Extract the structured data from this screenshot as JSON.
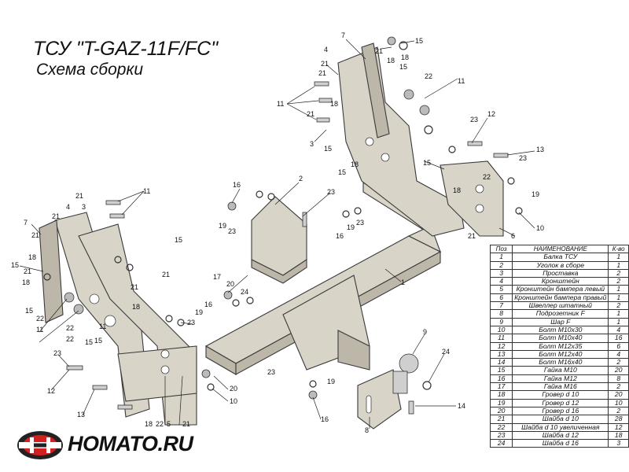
{
  "title": "ТСУ \"T-GAZ-11F/FC\"",
  "subtitle": "Схема сборки",
  "brand": "HOMATO.RU",
  "table": {
    "headers": [
      "Поз",
      "НАИМЕНОВАНИЕ",
      "К-во"
    ],
    "rows": [
      [
        "1",
        "Балка ТСУ",
        "1"
      ],
      [
        "2",
        "Уголок в сборе",
        "1"
      ],
      [
        "3",
        "Проставка",
        "2"
      ],
      [
        "4",
        "Кронштейн",
        "2"
      ],
      [
        "5",
        "Кронштейн бампера левый",
        "1"
      ],
      [
        "6",
        "Кронштейн бампера правый",
        "1"
      ],
      [
        "7",
        "Швеллер штатный",
        "2"
      ],
      [
        "8",
        "Подрозетник F",
        "1"
      ],
      [
        "9",
        "Шар F",
        "1"
      ],
      [
        "10",
        "Болт М10х30",
        "4"
      ],
      [
        "11",
        "Болт М10х40",
        "16"
      ],
      [
        "12",
        "Болт М12х35",
        "6"
      ],
      [
        "13",
        "Болт М12х40",
        "4"
      ],
      [
        "14",
        "Болт М16х40",
        "2"
      ],
      [
        "15",
        "Гайка М10",
        "20"
      ],
      [
        "16",
        "Гайка М12",
        "8"
      ],
      [
        "17",
        "Гайка  М16",
        "2"
      ],
      [
        "18",
        "Гровер d 10",
        "20"
      ],
      [
        "19",
        "Гровер d 12",
        "10"
      ],
      [
        "20",
        "Гровер d 16",
        "2"
      ],
      [
        "21",
        "Шайба d 10",
        "28"
      ],
      [
        "22",
        "Шайба d 10 увеличенная",
        "12"
      ],
      [
        "23",
        "Шайба d 12",
        "18"
      ],
      [
        "24",
        "Шайба d 16",
        "3"
      ]
    ]
  },
  "callouts": [
    {
      "t": "7"
    },
    {
      "t": "15"
    },
    {
      "t": "21"
    },
    {
      "t": "18"
    },
    {
      "t": "15"
    },
    {
      "t": "18"
    },
    {
      "t": "21"
    },
    {
      "t": "22"
    },
    {
      "t": "4"
    },
    {
      "t": "11"
    },
    {
      "t": "21"
    },
    {
      "t": "18"
    },
    {
      "t": "11"
    },
    {
      "t": "21"
    },
    {
      "t": "3"
    },
    {
      "t": "15"
    },
    {
      "t": "18"
    },
    {
      "t": "15"
    },
    {
      "t": "23"
    },
    {
      "t": "12"
    },
    {
      "t": "13"
    },
    {
      "t": "22"
    },
    {
      "t": "15"
    },
    {
      "t": "18"
    },
    {
      "t": "23"
    },
    {
      "t": "19"
    },
    {
      "t": "10"
    },
    {
      "t": "21"
    },
    {
      "t": "6"
    },
    {
      "t": "2"
    },
    {
      "t": "16"
    },
    {
      "t": "23"
    },
    {
      "t": "19"
    },
    {
      "t": "23"
    },
    {
      "t": "16"
    },
    {
      "t": "19"
    },
    {
      "t": "23"
    },
    {
      "t": "21"
    },
    {
      "t": "4"
    },
    {
      "t": "3"
    },
    {
      "t": "11"
    },
    {
      "t": "21"
    },
    {
      "t": "7"
    },
    {
      "t": "21"
    },
    {
      "t": "18"
    },
    {
      "t": "15"
    },
    {
      "t": "18"
    },
    {
      "t": "21"
    },
    {
      "t": "15"
    },
    {
      "t": "22"
    },
    {
      "t": "11"
    },
    {
      "t": "22"
    },
    {
      "t": "21"
    },
    {
      "t": "15"
    },
    {
      "t": "21"
    },
    {
      "t": "17"
    },
    {
      "t": "20"
    },
    {
      "t": "24"
    },
    {
      "t": "1"
    },
    {
      "t": "16"
    },
    {
      "t": "19"
    },
    {
      "t": "23"
    },
    {
      "t": "18"
    },
    {
      "t": "15"
    },
    {
      "t": "22"
    },
    {
      "t": "11"
    },
    {
      "t": "23"
    },
    {
      "t": "12"
    },
    {
      "t": "13"
    },
    {
      "t": "18"
    },
    {
      "t": "22"
    },
    {
      "t": "5"
    },
    {
      "t": "21"
    },
    {
      "t": "20"
    },
    {
      "t": "10"
    },
    {
      "t": "9"
    },
    {
      "t": "24"
    },
    {
      "t": "23"
    },
    {
      "t": "19"
    },
    {
      "t": "16"
    },
    {
      "t": "8"
    },
    {
      "t": "14"
    },
    {
      "t": "15"
    }
  ]
}
